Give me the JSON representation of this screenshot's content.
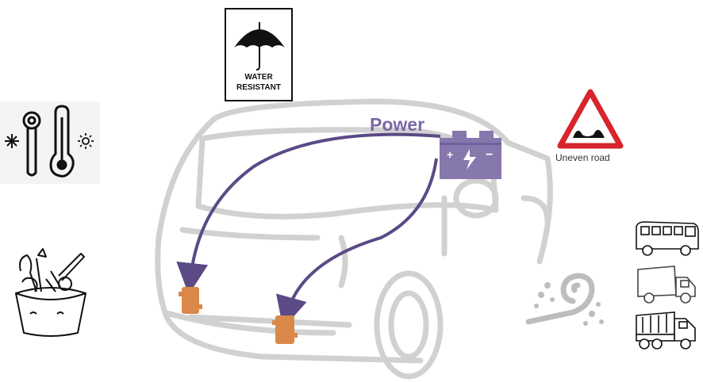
{
  "labels": {
    "power": "Power",
    "water_line1": "WATER",
    "water_line2": "RESISTANT",
    "uneven_road": "Uneven road"
  },
  "icons": {
    "temperature": "thermometer-icon",
    "snow": "snowflake-icon",
    "sun": "sun-icon",
    "umbrella": "umbrella-icon",
    "road_sign": "uneven-road-sign-icon",
    "battery": "car-battery-icon",
    "tools": "tool-bucket-icon",
    "dust": "dust-swirl-icon",
    "bus": "bus-icon",
    "van": "delivery-van-icon",
    "truck": "dump-truck-icon",
    "tracker_a": "gps-tracker-icon",
    "tracker_b": "gps-tracker-icon"
  },
  "colors": {
    "arrow": "#5b4a86",
    "battery": "#8678ad",
    "power_text": "#7b68a6",
    "tracker": "#d9884a",
    "road_sign_border": "#d8242b"
  }
}
